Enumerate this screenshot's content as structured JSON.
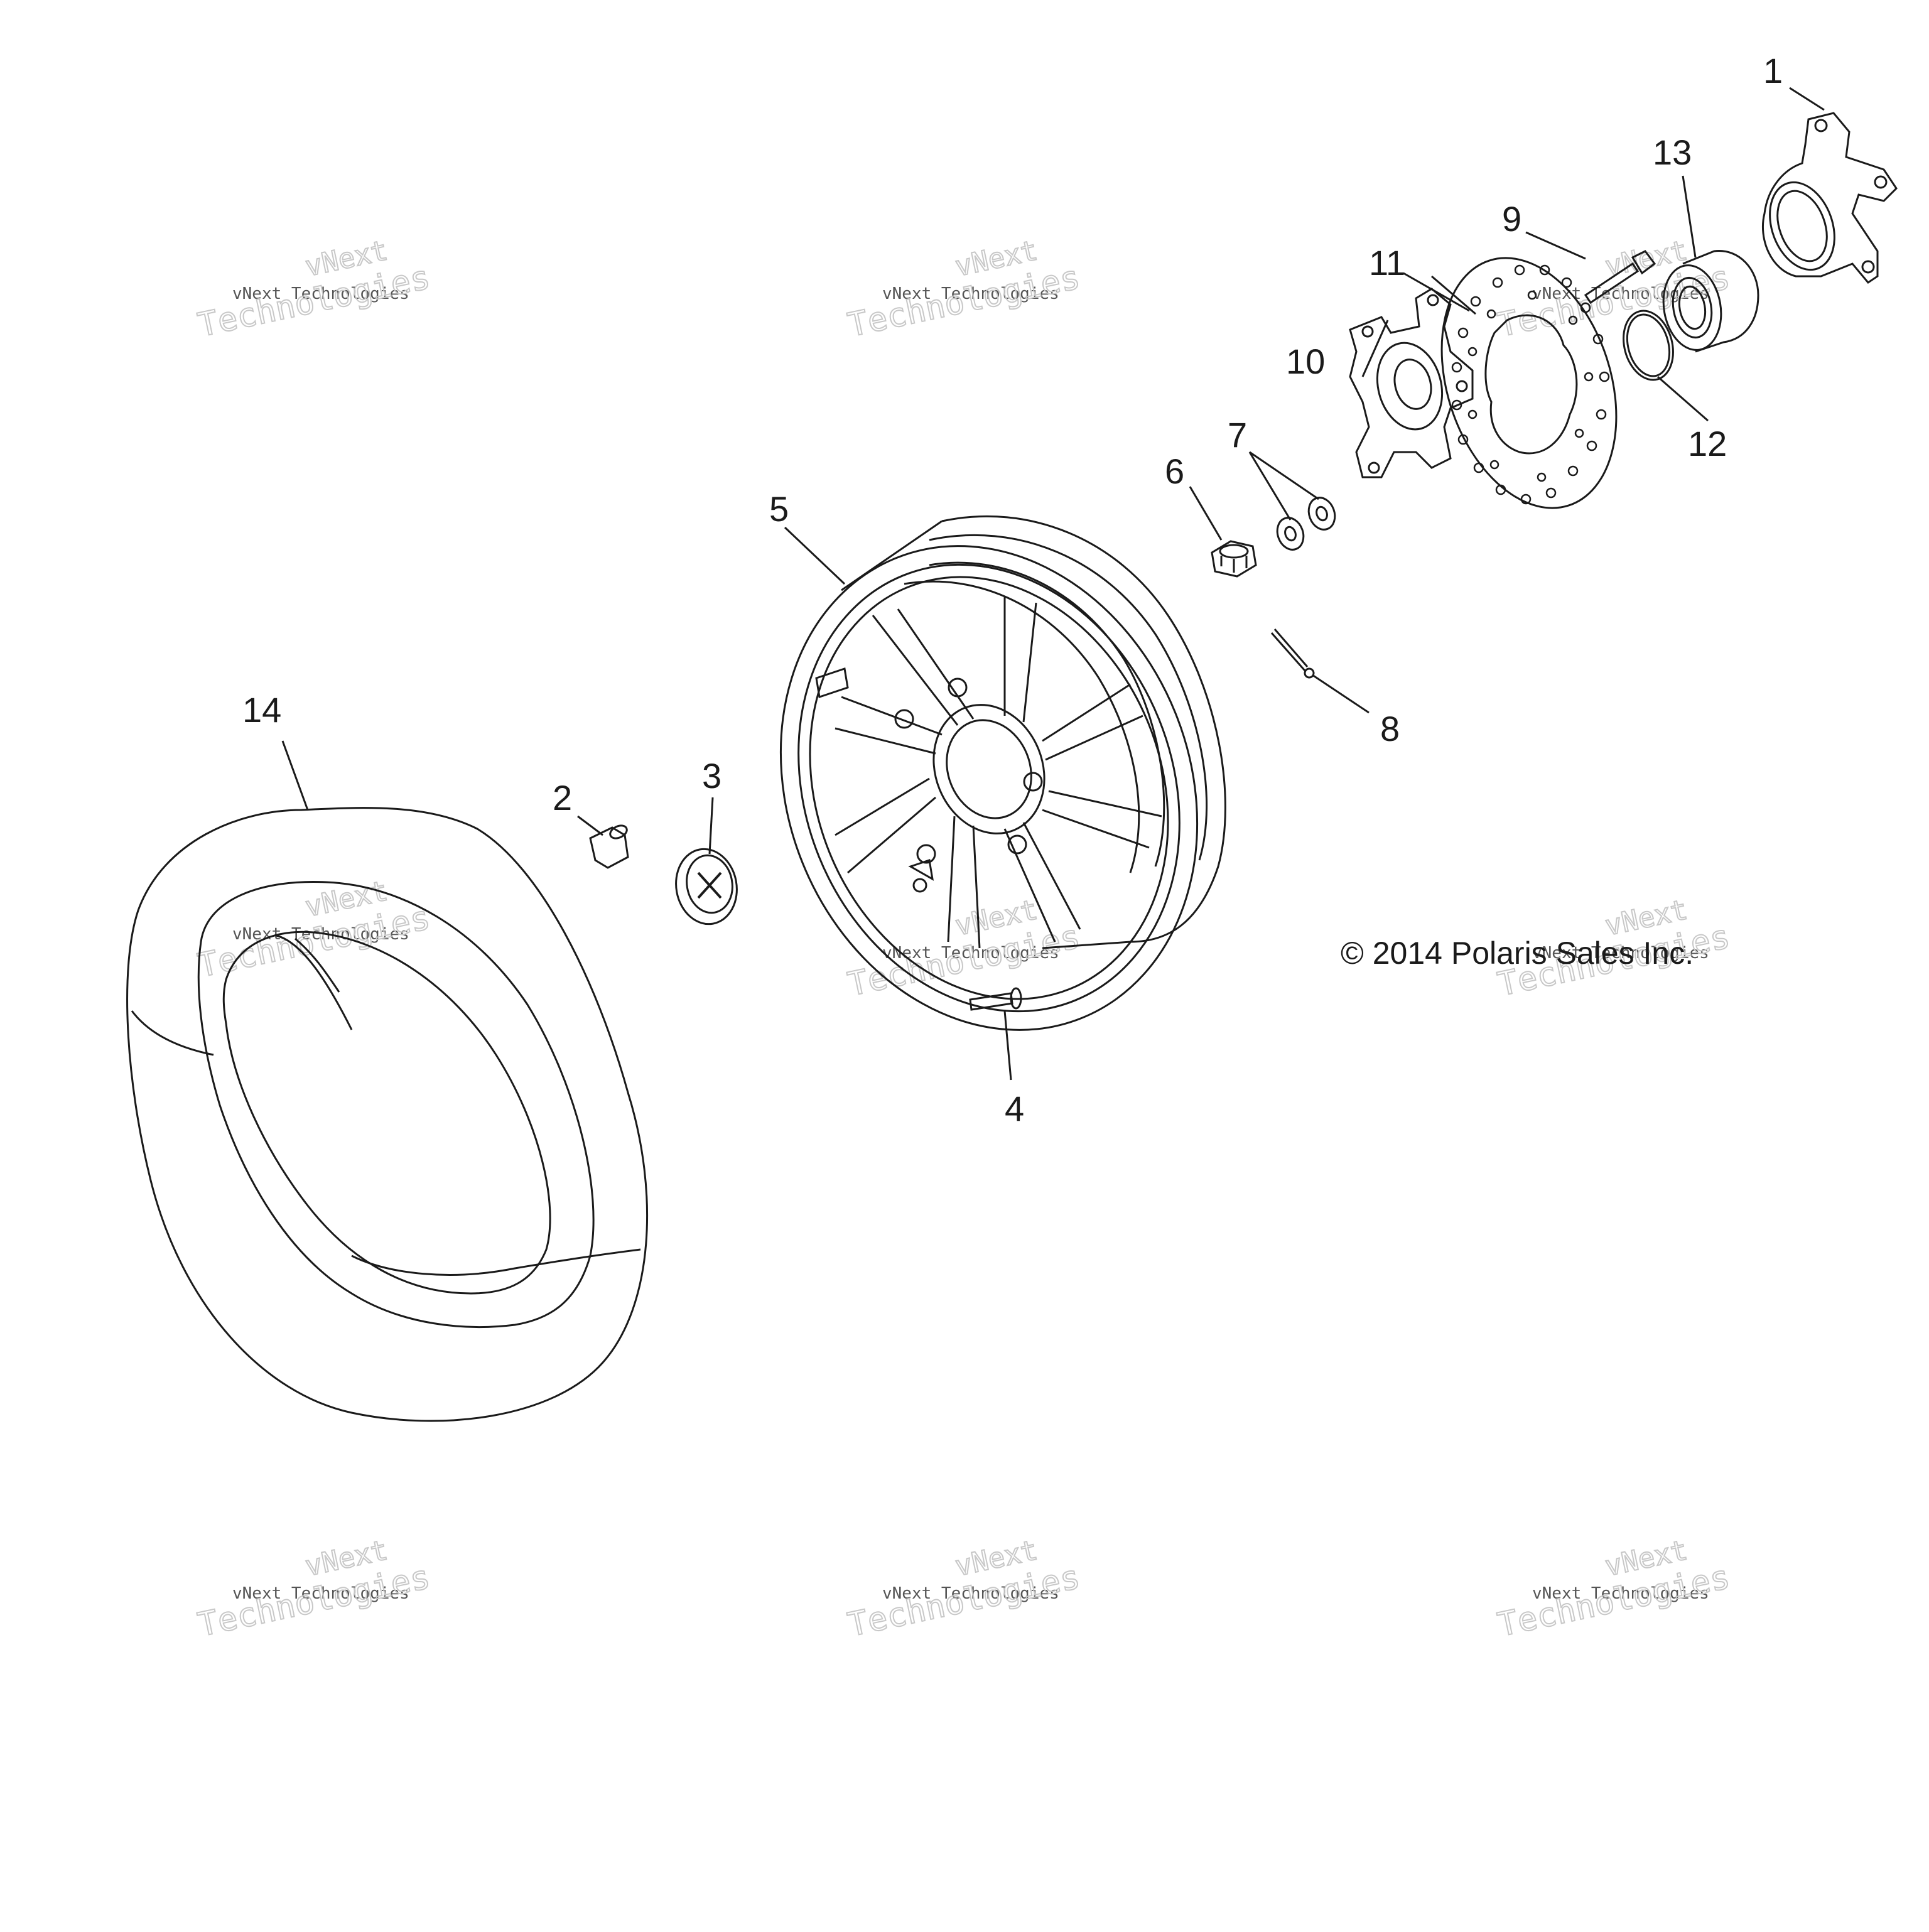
{
  "diagram": {
    "copyright": "© 2014 Polaris Sales Inc.",
    "callouts": {
      "c1": "1",
      "c2": "2",
      "c3": "3",
      "c4": "4",
      "c5": "5",
      "c6": "6",
      "c7": "7",
      "c8": "8",
      "c9": "9",
      "c10": "10",
      "c11": "11",
      "c12": "12",
      "c13": "13",
      "c14": "14"
    },
    "line_color": "#1a1a1a",
    "watermark_color": "#c8c8c8"
  },
  "watermark": {
    "line1": "vNext",
    "line2": "vNext Technologies",
    "line3": "Technologies"
  }
}
